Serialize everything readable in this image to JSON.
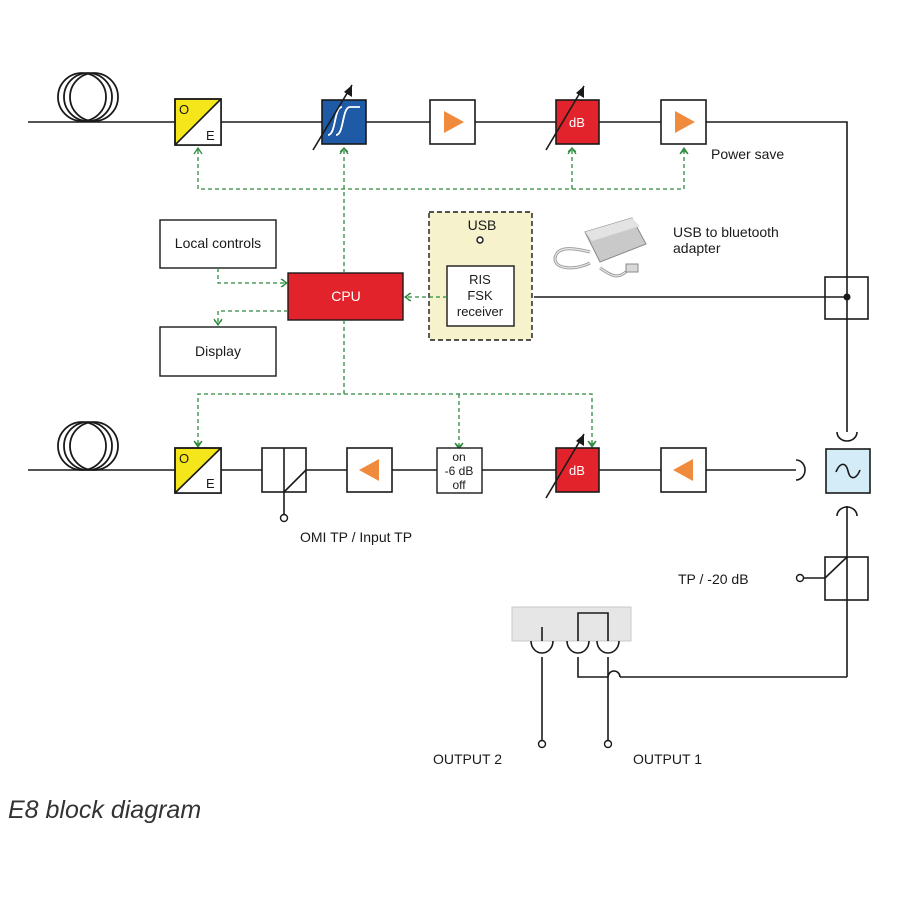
{
  "labels": {
    "oe_o": "O",
    "oe_e": "E",
    "attenuator": "dB",
    "local_controls": "Local controls",
    "cpu": "CPU",
    "display": "Display",
    "usb": "USB",
    "ris_line1": "RIS",
    "ris_line2": "FSK",
    "ris_line3": "receiver",
    "usb_adapter_line1": "USB to bluetooth",
    "usb_adapter_line2": "adapter",
    "power_save": "Power save",
    "switch_on": "on",
    "switch_mid": "-6 dB",
    "switch_off": "off",
    "omi_tp": "OMI TP / Input TP",
    "tp_20db": "TP / -20 dB",
    "output_2": "OUTPUT 2",
    "output_1": "OUTPUT 1"
  },
  "caption": "E8 block diagram",
  "colors": {
    "line": "#1a1a1a",
    "control_dash": "#2e8b3e",
    "oe_yellow": "#f5e61c",
    "filter_blue": "#1f5aa6",
    "attenuator_red": "#e2232b",
    "cpu_red": "#e2232b",
    "amp_orange": "#f08a3c",
    "usb_panel": "#f6f2cc",
    "diplex_blue": "#d3ecf7",
    "output_switch_gray": "#e6e6e6"
  }
}
